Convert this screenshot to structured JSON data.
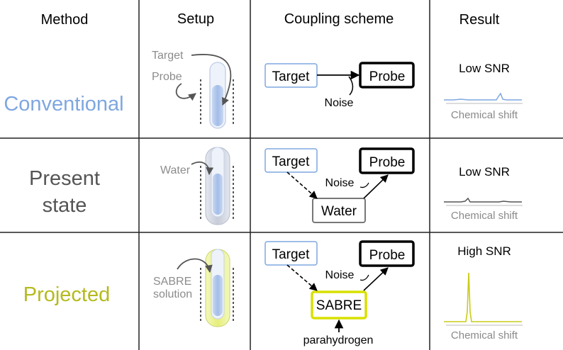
{
  "headers": {
    "method": "Method",
    "setup": "Setup",
    "coupling": "Coupling scheme",
    "result": "Result"
  },
  "colors": {
    "conventional": "#7fa7e0",
    "present": "#555555",
    "projected": "#b5ba1e",
    "sabre_box": "#d8e000",
    "tube_blue": "#a9c2ea",
    "tube_yellow": "#eef59a",
    "gray_label": "#8c8c8c"
  },
  "rows": [
    {
      "method": "Conventional",
      "setup_labels": [
        "Target",
        "Probe"
      ],
      "coupling": {
        "source": "Target",
        "sink": "Probe",
        "noise": "Noise"
      },
      "result": {
        "snr": "Low SNR",
        "axis": "Chemical shift"
      }
    },
    {
      "method_line1": "Present",
      "method_line2": "state",
      "setup_labels": [
        "Water"
      ],
      "coupling": {
        "source": "Target",
        "sink": "Probe",
        "mediator": "Water",
        "noise": "Noise"
      },
      "result": {
        "snr": "Low SNR",
        "axis": "Chemical shift"
      }
    },
    {
      "method": "Projected",
      "setup_labels": [
        "SABRE",
        "solution"
      ],
      "coupling": {
        "source": "Target",
        "sink": "Probe",
        "mediator": "SABRE",
        "noise": "Noise",
        "feed": "parahydrogen"
      },
      "result": {
        "snr": "High SNR",
        "axis": "Chemical shift"
      }
    }
  ]
}
